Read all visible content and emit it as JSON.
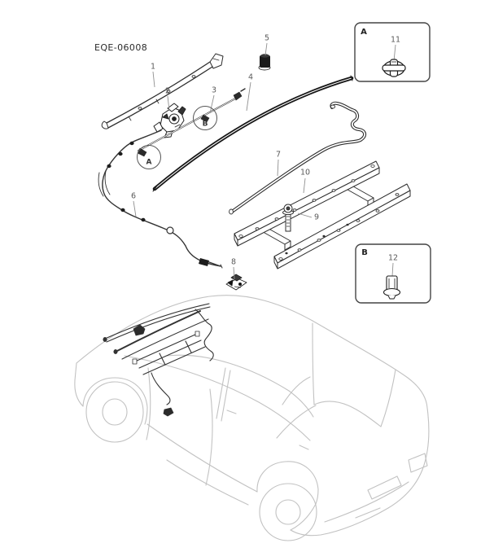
{
  "meta": {
    "diagram_code": "EQE-06008"
  },
  "diagram": {
    "type": "exploded-parts-diagram",
    "subject": "sunroof-frame-drain-and-harness-assembly-with-vehicle-body",
    "callouts": {
      "n1": "1",
      "n2": "2",
      "n3": "3",
      "n4": "4",
      "n5": "5",
      "n6": "6",
      "n7": "7",
      "n8": "8",
      "n9": "9",
      "n10": "10"
    },
    "circle_markers": {
      "a": "A",
      "b": "B"
    },
    "detail_boxes": {
      "a": {
        "label": "A",
        "part_number": "11"
      },
      "b": {
        "label": "B",
        "part_number": "12"
      }
    },
    "colors": {
      "part_line": "#2e2e2e",
      "leader_line": "#8f8f8f",
      "car_line": "#c2c2c2",
      "callout_text": "#5a5a5a"
    }
  }
}
